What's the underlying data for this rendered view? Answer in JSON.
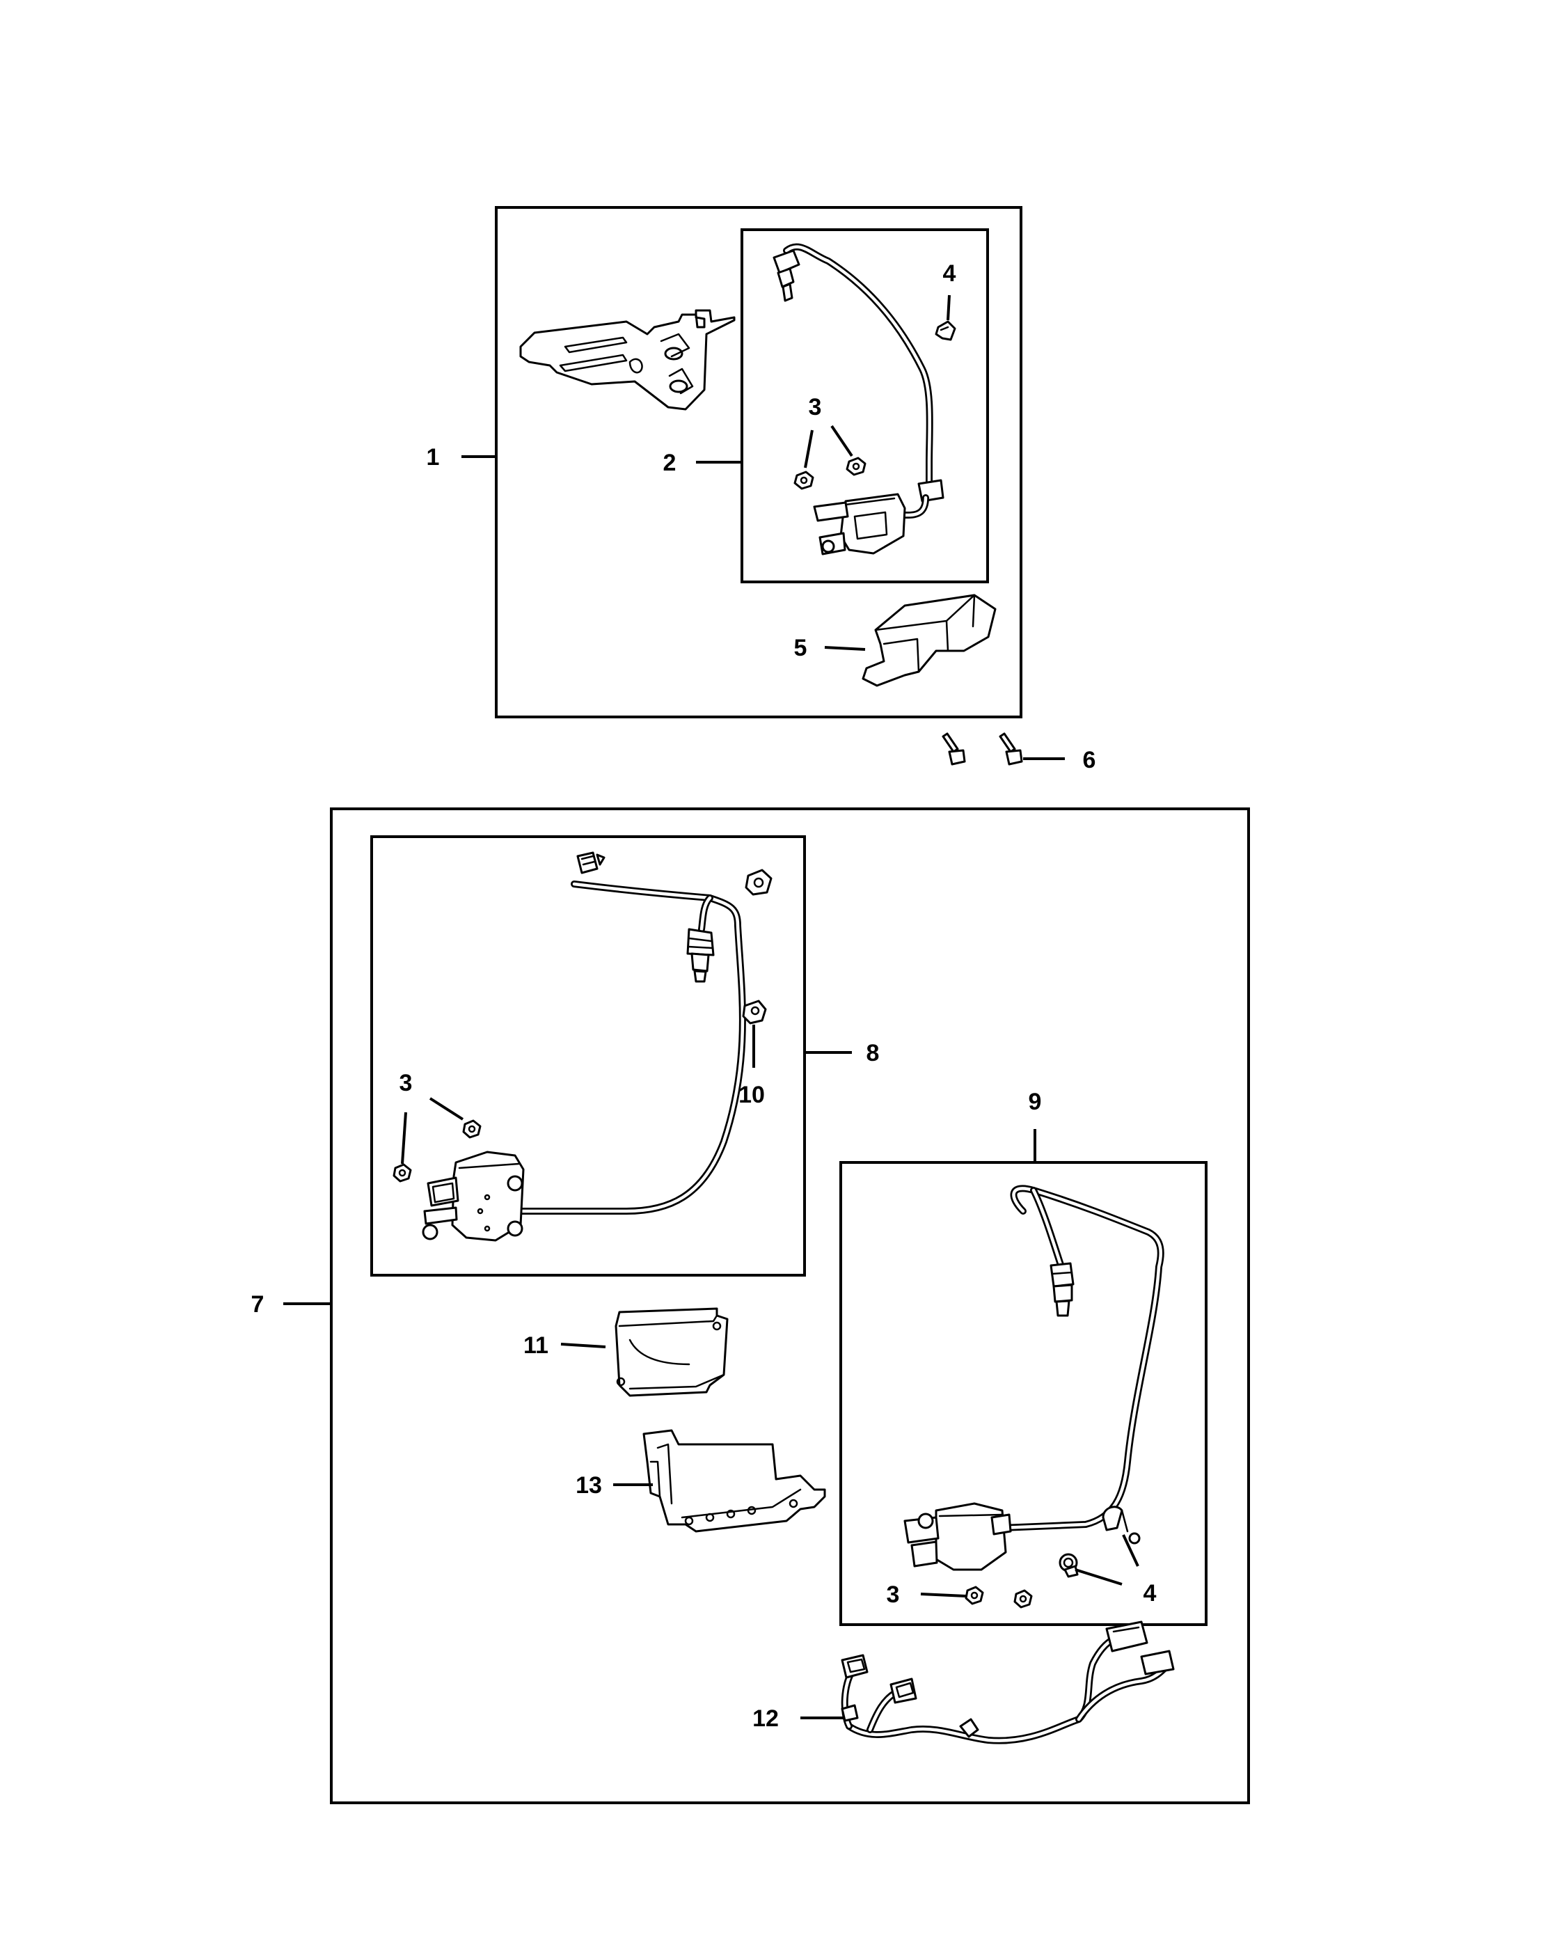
{
  "callouts": {
    "c1": "1",
    "c2": "2",
    "c3a": "3",
    "c4a": "4",
    "c5": "5",
    "c6": "6",
    "c7": "7",
    "c8": "8",
    "c3b": "3",
    "c10": "10",
    "c9": "9",
    "c11": "11",
    "c13": "13",
    "c3c": "3",
    "c4b": "4",
    "c12": "12"
  }
}
